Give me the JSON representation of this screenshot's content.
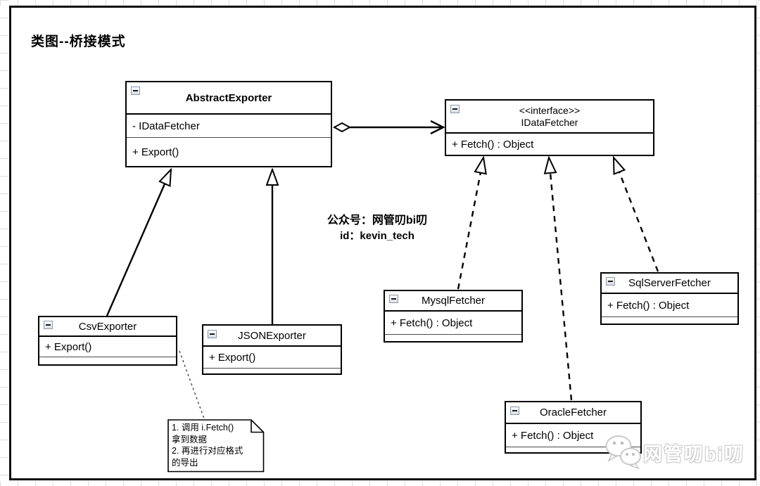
{
  "diagram": {
    "title": "类图--桥接模式",
    "nodes": {
      "abstract_exporter": {
        "name": "AbstractExporter",
        "attribute": "- IDataFetcher",
        "method": "+ Export()"
      },
      "idata_fetcher": {
        "stereotype": "<<interface>>",
        "name": "IDataFetcher",
        "method": "+ Fetch() : Object"
      },
      "csv_exporter": {
        "name": "CsvExporter",
        "method": "+ Export()"
      },
      "json_exporter": {
        "name": "JSONExporter",
        "method": "+ Export()"
      },
      "mysql_fetcher": {
        "name": "MysqlFetcher",
        "method": "+ Fetch() : Object"
      },
      "sqlserver_fetcher": {
        "name": "SqlServerFetcher",
        "method": "+ Fetch() : Object"
      },
      "oracle_fetcher": {
        "name": "OracleFetcher",
        "method": "+ Fetch() : Object"
      }
    },
    "edges": [
      {
        "from": "CsvExporter",
        "to": "AbstractExporter",
        "type": "generalization"
      },
      {
        "from": "JSONExporter",
        "to": "AbstractExporter",
        "type": "generalization"
      },
      {
        "from": "AbstractExporter",
        "to": "IDataFetcher",
        "type": "aggregation"
      },
      {
        "from": "MysqlFetcher",
        "to": "IDataFetcher",
        "type": "realization"
      },
      {
        "from": "OracleFetcher",
        "to": "IDataFetcher",
        "type": "realization"
      },
      {
        "from": "SqlServerFetcher",
        "to": "IDataFetcher",
        "type": "realization"
      },
      {
        "from": "CsvExporter",
        "to": "note",
        "type": "note-link"
      }
    ],
    "note": {
      "lines": [
        "1. 调用 i.Fetch()",
        "拿到数据",
        "2. 再进行对应格式",
        "的导出"
      ]
    },
    "annotation": {
      "line1": "公众号：网管叨bi叨",
      "line2": "id：kevin_tech"
    },
    "watermark": {
      "text": "网管叨bi叨"
    },
    "colors": {
      "line": "#000000",
      "background": "#ffffff",
      "tick": "#dcdcdc"
    }
  }
}
